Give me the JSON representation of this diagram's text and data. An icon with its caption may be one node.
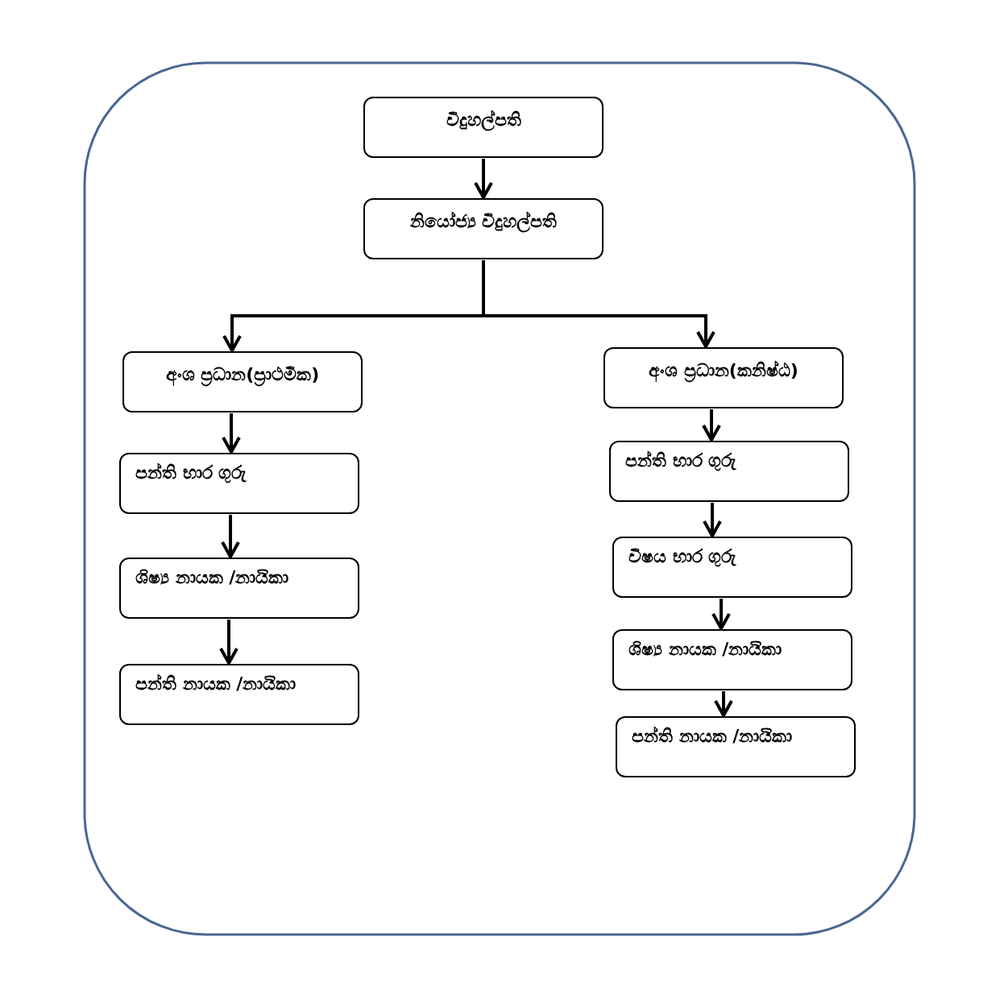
{
  "diagram": {
    "nodes": [
      {
        "text": [
          "විදුහල්පති"
        ]
      },
      {
        "text": [
          "නියෝජ්‍ය විදුහල්පති"
        ]
      },
      {
        "text": [
          "අංශ ප්‍රධාන(ප්‍රාථමික)"
        ]
      },
      {
        "text": [
          "පන්ති භාර ගුරු"
        ]
      },
      {
        "text": [
          "ශිෂ්‍ය නායක /නායිකා"
        ]
      },
      {
        "text": [
          "පන්ති නායක /නායිකා"
        ]
      },
      {
        "text": [
          "අංශ ප්‍රධාන(කනිෂ්ඨ)"
        ]
      },
      {
        "text": [
          "පන්ති භාර ගුරු"
        ]
      },
      {
        "text": [
          "විෂය භාර ගුරු"
        ]
      },
      {
        "text": [
          "ශිෂ්‍ය නායක /නායිකා"
        ]
      },
      {
        "text": [
          "පන්ති නායක /නායිකා"
        ]
      }
    ],
    "edges": [
      {
        "from": 0,
        "to": 1,
        "arrow": "to"
      },
      {
        "from": 1,
        "to": 2,
        "arrow": "to"
      },
      {
        "from": 1,
        "to": 6,
        "arrow": "to"
      },
      {
        "from": 2,
        "to": 3,
        "arrow": "to"
      },
      {
        "from": 3,
        "to": 4,
        "arrow": "to"
      },
      {
        "from": 4,
        "to": 5,
        "arrow": "to"
      },
      {
        "from": 6,
        "to": 7,
        "arrow": "to"
      },
      {
        "from": 7,
        "to": 8,
        "arrow": "to"
      },
      {
        "from": 8,
        "to": 9,
        "arrow": "to"
      },
      {
        "from": 9,
        "to": 10,
        "arrow": "to"
      }
    ]
  }
}
